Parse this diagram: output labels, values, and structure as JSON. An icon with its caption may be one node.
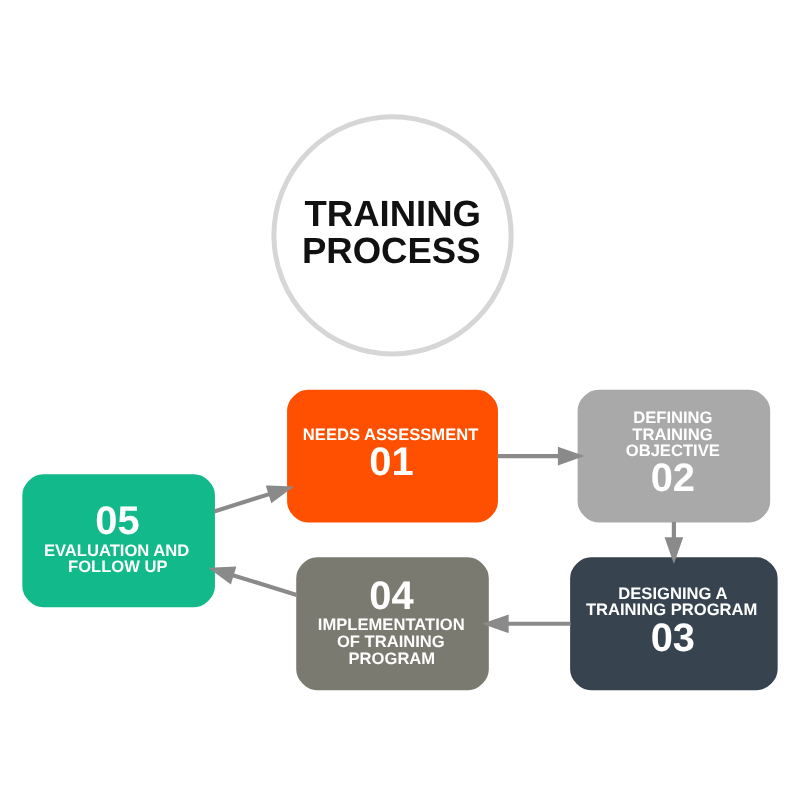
{
  "diagram": {
    "nodes": [
      {
        "text": [
          "NEEDS ASSESSMENT",
          "01"
        ]
      },
      {
        "text": [
          "DEFINING TRAINING OBJECTIVE",
          "02"
        ]
      },
      {
        "text": [
          "DESIGNING A TRAINING PROGRAM",
          "03"
        ]
      },
      {
        "text": [
          "04",
          "IMPLEMENTATION OF TRAINING PROGRAM"
        ]
      },
      {
        "text": [
          "05",
          "EVALUATION AND FOLLOW UP"
        ]
      },
      {
        "text": [
          "TRAINING PROCESS"
        ]
      }
    ],
    "edges": [
      {
        "from": 0,
        "to": 1,
        "arrow": "to"
      },
      {
        "from": 1,
        "to": 2,
        "arrow": "to"
      },
      {
        "from": 2,
        "to": 3,
        "arrow": "to"
      },
      {
        "from": 3,
        "to": 4,
        "arrow": "to"
      },
      {
        "from": 4,
        "to": 0,
        "arrow": "to"
      }
    ]
  }
}
